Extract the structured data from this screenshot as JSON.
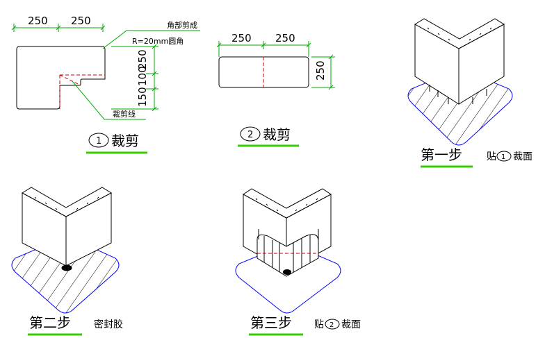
{
  "colors": {
    "dimension_line": "#00aa00",
    "caption_underline": "#33cc00",
    "cut_line": "#cc0000",
    "base_outline": "#0000ff",
    "ink": "#000000"
  },
  "panel1": {
    "dim_left": "250",
    "dim_right": "250",
    "dim_v1": "250",
    "dim_v2": "100",
    "dim_v3": "150",
    "note_line1": "角部剪成",
    "note_line2": "R=20mm圆角",
    "cut_label": "裁剪线",
    "circled": "1",
    "caption": "裁剪"
  },
  "panel2": {
    "dim_left": "250",
    "dim_right": "250",
    "dim_v": "250",
    "circled": "2",
    "caption": "裁剪"
  },
  "step1": {
    "title": "第一步",
    "desc_pre": "贴",
    "circled": "1",
    "desc_post": "裁面"
  },
  "step2": {
    "title": "第二步",
    "desc": "密封胶"
  },
  "step3": {
    "title": "第三步",
    "desc_pre": "贴",
    "circled": "2",
    "desc_post": "裁面"
  }
}
